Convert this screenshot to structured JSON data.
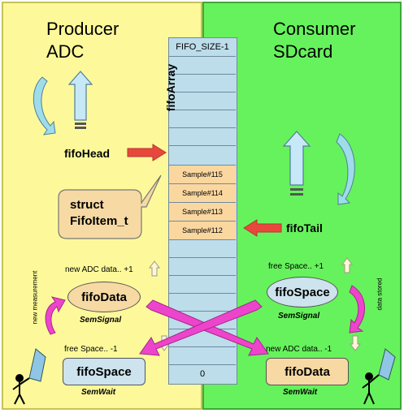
{
  "producer": {
    "title_line1": "Producer",
    "title_line2": "ADC"
  },
  "consumer": {
    "title_line1": "Consumer",
    "title_line2": "SDcard"
  },
  "fifo": {
    "top_label": "FIFO_SIZE-1",
    "array_label": "fifoArray",
    "bottom_label": "0",
    "samples": [
      "Sample#115",
      "Sample#114",
      "Sample#113",
      "Sample#112"
    ]
  },
  "pointers": {
    "head": "fifoHead",
    "tail": "fifoTail"
  },
  "callout": {
    "line1": "struct",
    "line2": "FifoItem_t"
  },
  "left_signal": {
    "caption": "new ADC data.. +1",
    "name": "fifoData",
    "sem": "SemSignal"
  },
  "left_wait": {
    "caption": "free Space..  -1",
    "name": "fifoSpace",
    "sem": "SemWait"
  },
  "right_signal": {
    "caption": "free Space..  +1",
    "name": "fifoSpace",
    "sem": "SemSignal"
  },
  "right_wait": {
    "caption": "new ADC data..  -1",
    "name": "fifoData",
    "sem": "SemWait"
  },
  "side_labels": {
    "left": "new measurement",
    "right": "data stored"
  },
  "colors": {
    "producer_bg": "#fdf99a",
    "consumer_bg": "#66f25c",
    "fifo_cell": "#bcdde9",
    "sample_cell": "#fbd7a0",
    "pointer_arrow": "#e8483c",
    "cross_arrow": "#ee44cc",
    "signal_ellipse": "#f7d9a3",
    "space_ellipse": "#cde3ee"
  }
}
